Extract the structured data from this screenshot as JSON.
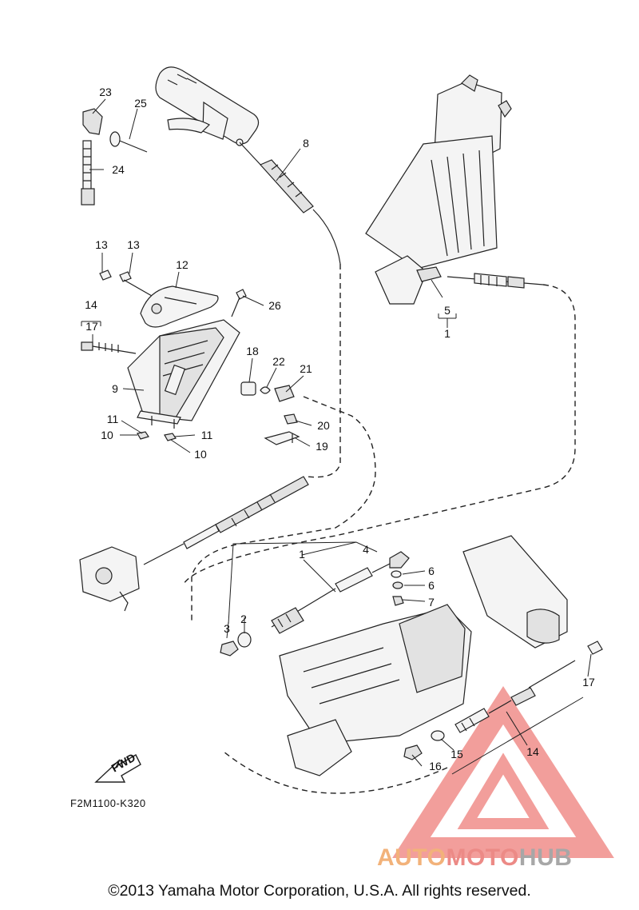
{
  "diagram": {
    "callouts": [
      "23",
      "25",
      "24",
      "8",
      "13",
      "13",
      "12",
      "26",
      "14",
      "17",
      "9",
      "18",
      "22",
      "21",
      "20",
      "19",
      "11",
      "10",
      "11",
      "10",
      "5",
      "1",
      "1",
      "4",
      "6",
      "6",
      "7",
      "3",
      "2",
      "17",
      "15",
      "14",
      "16"
    ],
    "fwd_label": "FWD",
    "part_code": "F2M1100-K320"
  },
  "watermark": {
    "auto": "AUTO",
    "moto": "MOTO",
    "hub": "HUB",
    "colors": {
      "auto": "#f2b27a",
      "moto": "#ec8a86",
      "hub": "#a7a7a7",
      "triangle": "#e8504a"
    }
  },
  "copyright": "©2013 Yamaha Motor Corporation, U.S.A. All rights reserved."
}
